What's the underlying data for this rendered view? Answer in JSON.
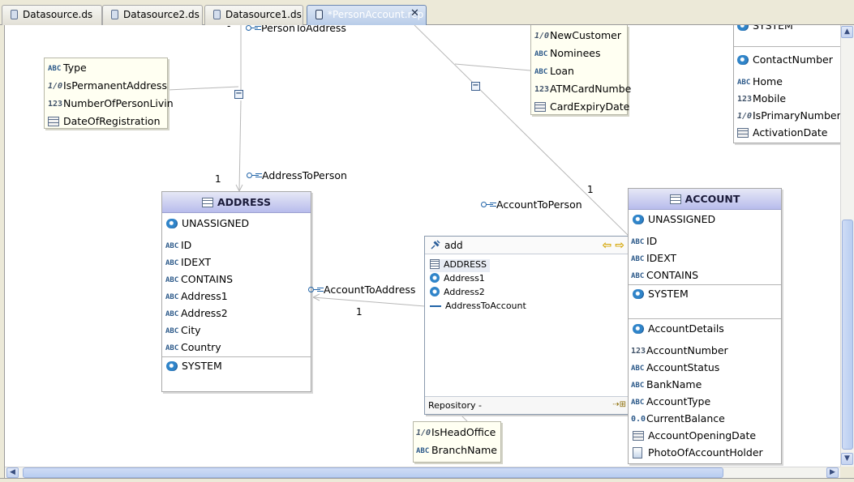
{
  "tabs": [
    {
      "label": "Datasource.ds",
      "active": false
    },
    {
      "label": "Datasource2.ds",
      "active": false
    },
    {
      "label": "Datasource1.ds",
      "active": false
    },
    {
      "label": "*PersonAccount.rep",
      "active": true
    }
  ],
  "person_entity_partial": {
    "rows": [
      {
        "icon": "abc",
        "label": "Type"
      },
      {
        "icon": "bool",
        "label": "IsPermanentAddress"
      },
      {
        "icon": "num",
        "label": "NumberOfPersonLivin"
      },
      {
        "icon": "table",
        "label": "DateOfRegistration"
      }
    ]
  },
  "customer_entity_partial": {
    "rows": [
      {
        "icon": "bool",
        "label": "NewCustomer"
      },
      {
        "icon": "abc",
        "label": "Nominees"
      },
      {
        "icon": "abc",
        "label": "Loan"
      },
      {
        "icon": "num",
        "label": "ATMCardNumbe"
      },
      {
        "icon": "table",
        "label": "CardExpiryDate"
      }
    ]
  },
  "contact_entity_partial": {
    "rows": [
      {
        "icon": "assoc",
        "label": "SYSTEM"
      },
      {
        "icon": "assoc",
        "label": "ContactNumber"
      },
      {
        "icon": "abc",
        "label": "Home"
      },
      {
        "icon": "num",
        "label": "Mobile"
      },
      {
        "icon": "bool",
        "label": "IsPrimaryNumber"
      },
      {
        "icon": "table",
        "label": "ActivationDate"
      }
    ]
  },
  "address_entity": {
    "title": "ADDRESS",
    "unassigned": "UNASSIGNED",
    "attributes": [
      "ID",
      "IDEXT",
      "CONTAINS",
      "Address1",
      "Address2",
      "City",
      "Country"
    ],
    "system": "SYSTEM"
  },
  "account_entity": {
    "title": "ACCOUNT",
    "unassigned": "UNASSIGNED",
    "attributes": [
      "ID",
      "IDEXT",
      "CONTAINS"
    ],
    "system": "SYSTEM",
    "details": "AccountDetails",
    "detail_attributes": [
      {
        "icon": "num",
        "label": "AccountNumber"
      },
      {
        "icon": "abc",
        "label": "AccountStatus"
      },
      {
        "icon": "abc",
        "label": "BankName"
      },
      {
        "icon": "abc",
        "label": "AccountType"
      },
      {
        "icon": "dec",
        "label": "CurrentBalance"
      },
      {
        "icon": "table",
        "label": "AccountOpeningDate"
      },
      {
        "icon": "image",
        "label": "PhotoOfAccountHolder"
      }
    ]
  },
  "branch_entity_partial": {
    "rows": [
      {
        "icon": "bool",
        "label": "IsHeadOffice"
      },
      {
        "icon": "abc",
        "label": "BranchName"
      }
    ]
  },
  "add_dialog": {
    "title": "add",
    "items": [
      {
        "icon": "table",
        "label": "ADDRESS"
      },
      {
        "icon": "assoc",
        "label": "Address1"
      },
      {
        "icon": "assoc",
        "label": "Address2"
      },
      {
        "icon": "relation",
        "label": "AddressToAccount"
      }
    ],
    "footer": "Repository -"
  },
  "relationships": {
    "person_to_address": "PersonToAddress",
    "address_to_person": "AddressToPerson",
    "account_to_person": "AccountToPerson",
    "account_to_address": "AccountToAddress"
  },
  "multiplicities": {
    "address_to_person": "1",
    "account_to_person": "1",
    "account_to_address": "1",
    "top_left": "-"
  },
  "icon_text": {
    "abc": "ABC",
    "bool": "1/0",
    "num": "123",
    "dec": "0.0",
    "collapse": "−",
    "scroll_up": "▲",
    "scroll_down": "▼",
    "scroll_left": "◀",
    "scroll_right": "▶",
    "close": "✕",
    "arrow_left": "⇦",
    "arrow_right": "⇨",
    "expand": "⇢⊞"
  }
}
